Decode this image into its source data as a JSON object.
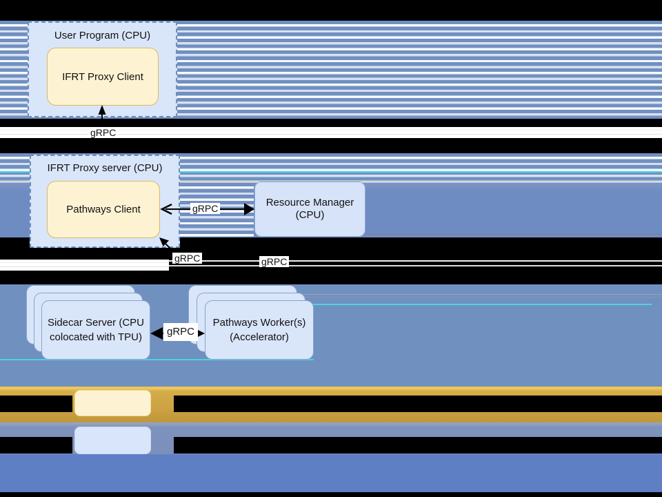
{
  "nodes": {
    "user_program_title": "User Program (CPU)",
    "ifrt_proxy_client": "IFRT Proxy Client",
    "ifrt_proxy_server_title": "IFRT Proxy server (CPU)",
    "pathways_client": "Pathways Client",
    "resource_manager": {
      "line1": "Resource Manager",
      "line2": "(CPU)"
    },
    "sidecar_server": {
      "line1": "Sidecar Server (CPU",
      "line2": "colocated with TPU)"
    },
    "pathways_workers": {
      "line1": "Pathways Worker(s)",
      "line2": "(Accelerator)"
    }
  },
  "edges": {
    "proxy_client_up": "gRPC",
    "pathways_resource_manager": "gRPC",
    "pathways_client_down": "gRPC",
    "resource_manager_down": "gRPC",
    "sidecar_workers": "gRPC"
  },
  "legend": {
    "rows": [
      {
        "swatch_fill": "#fdf3d2",
        "swatch_border": "#ecdca6",
        "text_redacted": true
      },
      {
        "swatch_fill": "#d9e5fa",
        "swatch_border": "#c9d9f2",
        "text_redacted": true
      }
    ]
  },
  "colors": {
    "stripe_blue": "#7190c1",
    "stripe_light": "#d7e0f1",
    "solid_blue_mid": "#6e8cc2",
    "solid_blue_stacks": "#7090c0",
    "bottom_blue": "#5f7fc5",
    "gold_band": "#cda343",
    "row2_blue": "#7b8fba",
    "node_yellow_fill": "#fdf3d2",
    "node_yellow_border": "#d8b95c",
    "node_blue_fill": "#d6e3f8",
    "container_fill": "#d9e6fa",
    "container_border": "#6c8ebf",
    "cyan_accent": "#45e0e6",
    "letterbox": "#000000"
  }
}
